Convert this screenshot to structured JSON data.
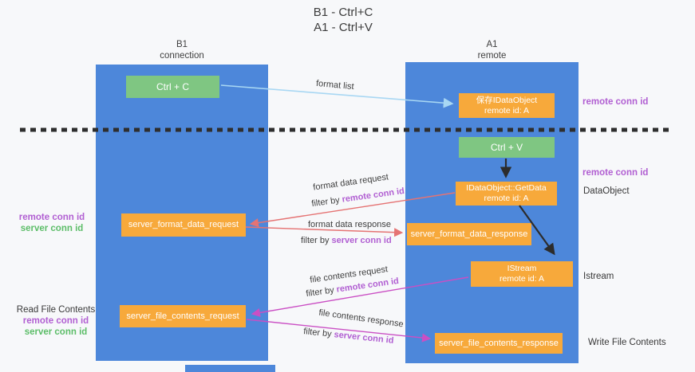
{
  "title": {
    "lines": [
      "B1 - Ctrl+C",
      "A1 - Ctrl+V"
    ]
  },
  "lanes": {
    "left": {
      "header_line1": "B1",
      "header_line2": "connection"
    },
    "right": {
      "header_line1": "A1",
      "header_line2": "remote"
    }
  },
  "boxes": {
    "ctrl_c": {
      "label": "Ctrl + C"
    },
    "ctrl_v": {
      "label": "Ctrl + V"
    },
    "save_dataobject": {
      "line1": "保存IDataObject",
      "line2": "remote id: A"
    },
    "getdata": {
      "line1": "IDataObject::GetData",
      "line2": "remote id: A"
    },
    "istream": {
      "line1": "IStream",
      "line2": "remote id: A"
    },
    "format_request": {
      "label": "server_format_data_request"
    },
    "format_response": {
      "label": "server_format_data_response"
    },
    "file_request": {
      "label": "server_file_contents_request"
    },
    "file_response": {
      "label": "server_file_contents_response"
    }
  },
  "flows": {
    "format_list": {
      "label": "format list"
    },
    "format_data_request": {
      "label": "format data request",
      "filter_prefix": "filter by",
      "filter_key": "remote conn id"
    },
    "format_data_response": {
      "label": "format data response",
      "filter_prefix": "filter by",
      "filter_key": "server conn id"
    },
    "file_contents_request": {
      "label": "file contents request",
      "filter_prefix": "filter by",
      "filter_key": "remote conn id"
    },
    "file_contents_response": {
      "label": "file contents response",
      "filter_prefix": "filter by",
      "filter_key": "server conn id"
    }
  },
  "margin_labels": {
    "right_remote_conn_id_top": "remote conn id",
    "right_remote_conn_id_mid": "remote conn id",
    "right_dataobject": "DataObject",
    "right_istream": "Istream",
    "right_write_file_contents": "Write File Contents",
    "left_remote_conn_id_1": "remote conn id",
    "left_server_conn_id_1": "server conn id",
    "left_read_file_contents": "Read File Contents",
    "left_remote_conn_id_2": "remote conn id",
    "left_server_conn_id_2": "server conn id"
  },
  "colors": {
    "lane_blue": "#4d87da",
    "box_orange": "#f7a93b",
    "box_green": "#7fc682",
    "arrow_lightblue": "#a8d7f3",
    "arrow_salmon": "#e57373",
    "arrow_magenta": "#ca4fc4",
    "label_purple": "#b15fd2",
    "label_green": "#5cbd68",
    "dashed_line": "#2e2e2e"
  }
}
